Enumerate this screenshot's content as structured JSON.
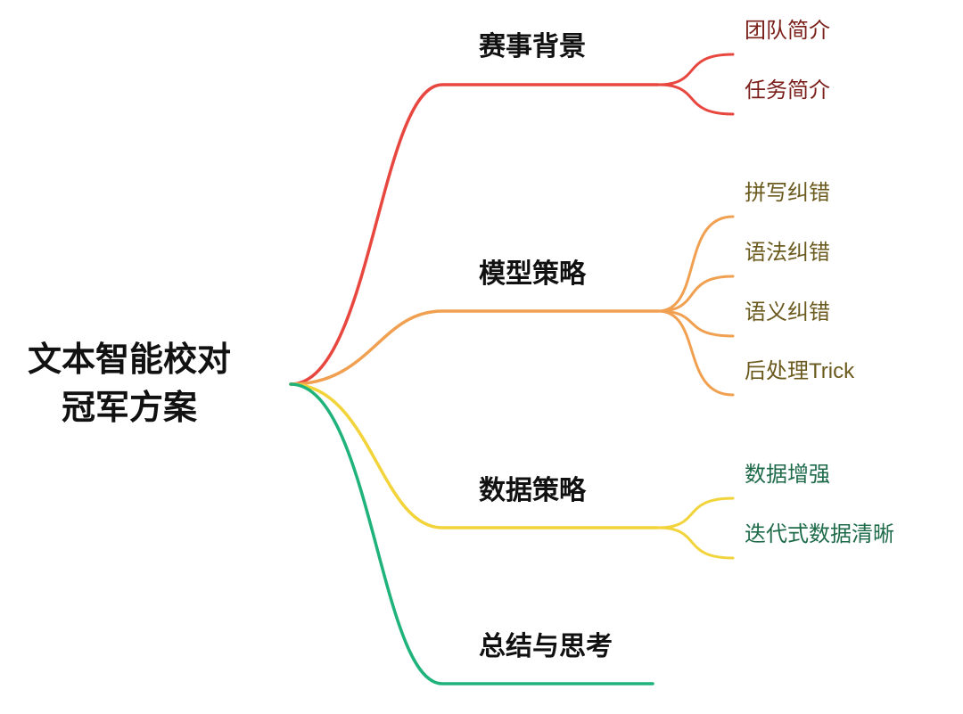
{
  "root": {
    "lines": [
      "文本智能校对",
      "冠军方案"
    ],
    "text_color": "#111111"
  },
  "branches": [
    {
      "label": "赛事背景",
      "color": "#e8473f",
      "leaf_color": "#7a1f19",
      "leaves": [
        "团队简介",
        "任务简介"
      ]
    },
    {
      "label": "模型策略",
      "color": "#f0a050",
      "leaf_color": "#6b5a1e",
      "leaves": [
        "拼写纠错",
        "语法纠错",
        "语义纠错",
        "后处理Trick"
      ]
    },
    {
      "label": "数据策略",
      "color": "#f2d33a",
      "leaf_color": "#1e6b4a",
      "leaves": [
        "数据增强",
        "迭代式数据清晰"
      ]
    },
    {
      "label": "总结与思考",
      "color": "#1fb27a",
      "leaf_color": "#1e6b4a",
      "leaves": []
    }
  ]
}
